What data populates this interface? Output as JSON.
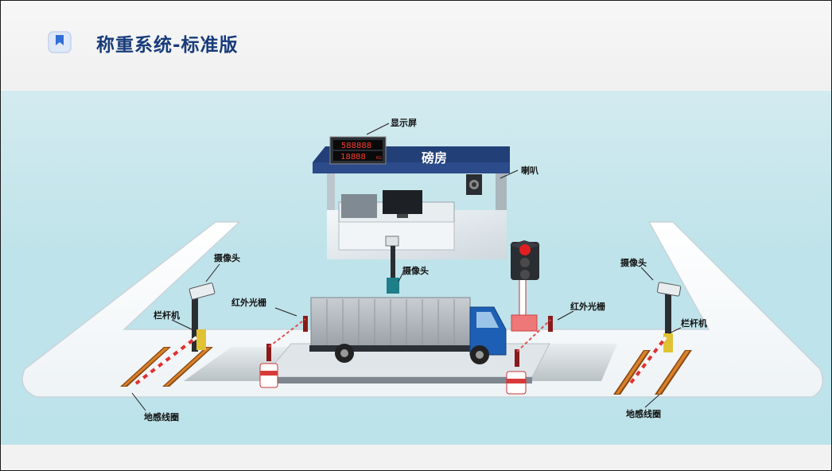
{
  "header": {
    "title": "称重系统-标准版",
    "icon": "bookmark-icon"
  },
  "diagram": {
    "booth_name": "磅房",
    "display_top": "588888",
    "display_bottom": "18888",
    "display_unit": "KG",
    "labels": {
      "display_screen": "显示屏",
      "speaker": "喇叭",
      "camera_left": "摄像头",
      "camera_center": "摄像头",
      "camera_right": "摄像头",
      "infrared_left": "红外光栅",
      "infrared_right": "红外光栅",
      "barrier_left": "栏杆机",
      "barrier_right": "栏杆机",
      "loop_left": "地感线圈",
      "loop_right": "地感线圈"
    }
  },
  "colors": {
    "title": "#173b7a",
    "roof": "#2b4b8a",
    "scene_bg": "#c6e6ec",
    "truck_cab": "#1d5fb4",
    "light_red": "#e02020"
  }
}
